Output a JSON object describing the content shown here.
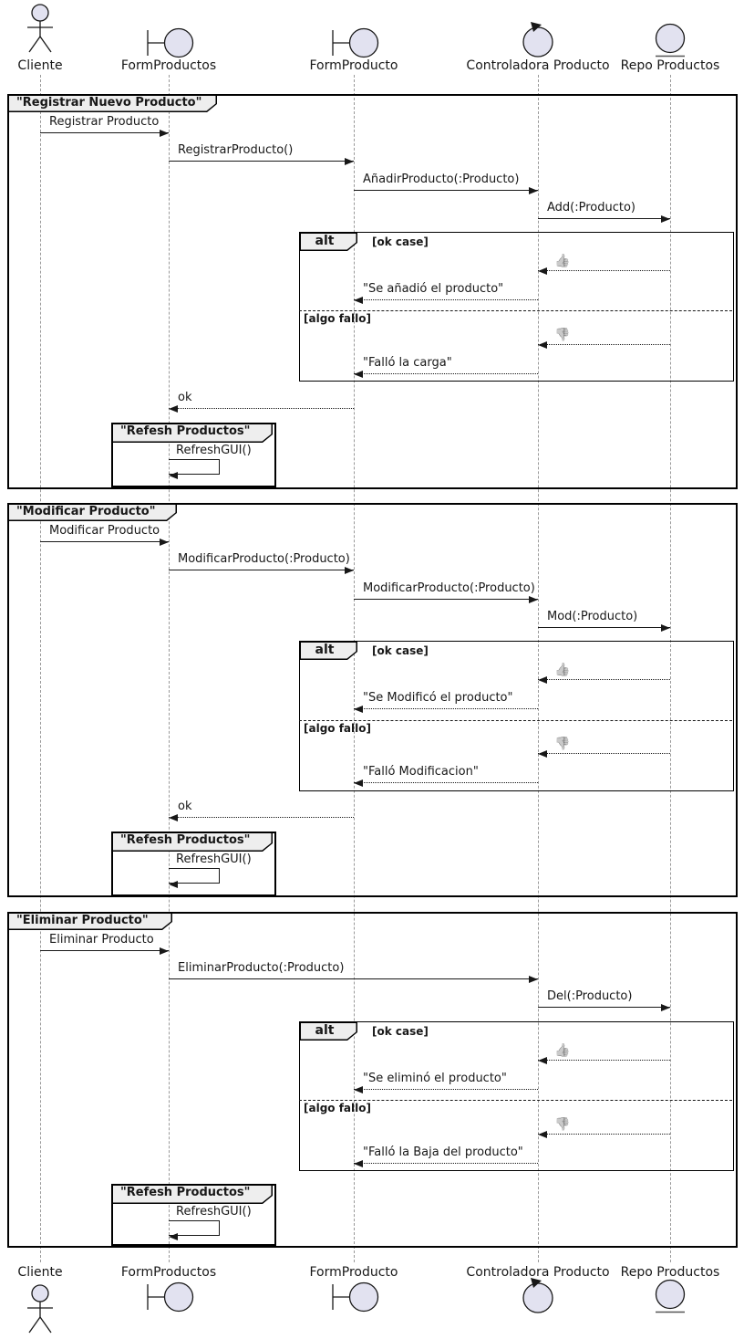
{
  "participants": [
    {
      "name": "Cliente",
      "type": "actor"
    },
    {
      "name": "FormProductos",
      "type": "boundary"
    },
    {
      "name": "FormProducto",
      "type": "boundary"
    },
    {
      "name": "Controladora Producto",
      "type": "control"
    },
    {
      "name": "Repo Productos",
      "type": "entity"
    }
  ],
  "colors": {
    "icon_fill": "#E2E2F0",
    "stroke": "#181818",
    "fragment_header_fill": "#EEEEEE",
    "lifeline": "#999999"
  },
  "groups": [
    {
      "title": "\"Registrar Nuevo Producto\"",
      "alt": {
        "operator": "alt",
        "guard_ok": "[ok case]",
        "guard_fail": "[algo fallo]"
      },
      "messages": [
        {
          "label": "Registrar Producto"
        },
        {
          "label": "RegistrarProducto()"
        },
        {
          "label": "AñadirProducto(:Producto)"
        },
        {
          "label": "Add(:Producto)"
        },
        {
          "label": "👍"
        },
        {
          "label": "\"Se añadió el producto\""
        },
        {
          "label": "👎"
        },
        {
          "label": "\"Falló la carga\""
        },
        {
          "label": "ok"
        }
      ],
      "subgroup": {
        "title": "\"Refesh Productos\"",
        "message": "RefreshGUI()"
      }
    },
    {
      "title": "\"Modificar Producto\"",
      "alt": {
        "operator": "alt",
        "guard_ok": "[ok case]",
        "guard_fail": "[algo fallo]"
      },
      "messages": [
        {
          "label": "Modificar Producto"
        },
        {
          "label": "ModificarProducto(:Producto)"
        },
        {
          "label": "ModificarProducto(:Producto)"
        },
        {
          "label": "Mod(:Producto)"
        },
        {
          "label": "👍"
        },
        {
          "label": "\"Se Modificó el producto\""
        },
        {
          "label": "👎"
        },
        {
          "label": "\"Falló Modificacion\""
        },
        {
          "label": "ok"
        }
      ],
      "subgroup": {
        "title": "\"Refesh Productos\"",
        "message": "RefreshGUI()"
      }
    },
    {
      "title": "\"Eliminar Producto\"",
      "alt": {
        "operator": "alt",
        "guard_ok": "[ok case]",
        "guard_fail": "[algo fallo]"
      },
      "messages": [
        {
          "label": "Eliminar Producto"
        },
        {
          "label": "EliminarProducto(:Producto)"
        },
        {
          "label": "Del(:Producto)"
        },
        {
          "label": "👍"
        },
        {
          "label": "\"Se eliminó el producto\""
        },
        {
          "label": "👎"
        },
        {
          "label": "\"Falló la Baja del producto\""
        }
      ],
      "subgroup": {
        "title": "\"Refesh Productos\"",
        "message": "RefreshGUI()"
      }
    }
  ]
}
